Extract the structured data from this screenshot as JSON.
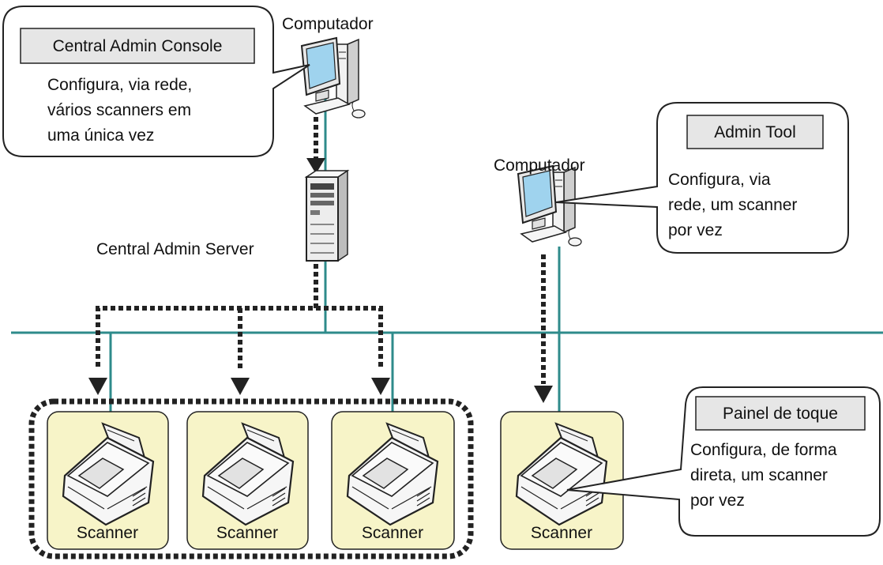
{
  "computers": {
    "top_label": "Computador",
    "right_label": "Computador"
  },
  "server": {
    "label": "Central Admin Server"
  },
  "callouts": {
    "central_console": {
      "title": "Central Admin Console",
      "lines": [
        "Configura, via rede,",
        "vários scanners em",
        "uma única vez"
      ]
    },
    "admin_tool": {
      "title": "Admin Tool",
      "lines": [
        "Configura, via",
        "rede, um scanner",
        "por vez"
      ]
    },
    "touch_panel": {
      "title": "Painel de toque",
      "lines": [
        "Configura, de forma",
        "direta, um scanner",
        "por vez"
      ]
    }
  },
  "scanners": [
    {
      "label": "Scanner"
    },
    {
      "label": "Scanner"
    },
    {
      "label": "Scanner"
    },
    {
      "label": "Scanner"
    }
  ],
  "colors": {
    "network_line": "#2e8b8b",
    "scanner_box_fill": "#f7f4c8",
    "title_box_fill": "#e6e6e6",
    "monitor_screen": "#9fd3ee"
  }
}
